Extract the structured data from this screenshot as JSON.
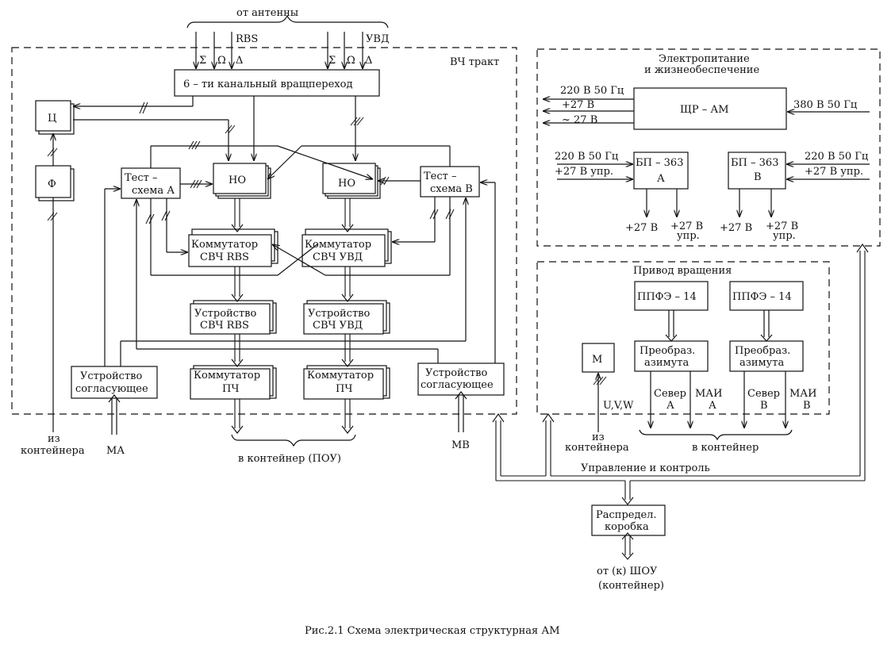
{
  "top": {
    "from_antenna": "от антенны",
    "rbs": "RBS",
    "uvd": "УВД",
    "sym_sigma": "Σ",
    "sym_omega": "Ω",
    "sym_delta": "Δ"
  },
  "rf": {
    "section_title": "ВЧ тракт",
    "rotary_joint": "6 – ти канальный вращпереход",
    "c_block": "Ц",
    "f_block": "Ф",
    "test_a_1": "Тест –",
    "test_a_2": "схема А",
    "test_b_1": "Тест –",
    "test_b_2": "схема В",
    "no_left": "НО",
    "no_right": "НО",
    "switch_rbs_1": "Коммутатор",
    "switch_rbs_2": "СВЧ  RBS",
    "switch_uvd_1": "Коммутатор",
    "switch_uvd_2": "СВЧ   УВД",
    "dev_rbs_1": "Устройство",
    "dev_rbs_2": "СВЧ  RBS",
    "dev_uvd_1": "Устройство",
    "dev_uvd_2": "СВЧ   УВД",
    "if_left_1": "Коммутатор",
    "if_left_2": "ПЧ",
    "if_right_1": "Коммутатор",
    "if_right_2": "ПЧ",
    "match_left_1": "Устройство",
    "match_left_2": "согласующее",
    "match_right_1": "Устройство",
    "match_right_2": "согласующее",
    "from_container_1": "из",
    "from_container_2": "контейнера",
    "ma": "МА",
    "mb": "МВ",
    "to_container_pou": "в контейнер (ПОУ)"
  },
  "power": {
    "section_title_1": "Электропитание",
    "section_title_2": "и жизнеобеспечение",
    "main_block": "ЩР – АМ",
    "in_220": "220 В 50 Гц",
    "out_27": "+27 В",
    "out_ac27": "~ 27 В",
    "in_380": "380 В 50 Гц",
    "bp_a_1": "БП – 363",
    "bp_a_2": "А",
    "bp_b_1": "БП – 363",
    "bp_b_2": "В",
    "bp_a_in_220": "220 В 50 Гц",
    "bp_a_in_27": "+27 В упр.",
    "bp_b_in_220": "220 В 50 Гц",
    "bp_b_in_27": "+27 В упр.",
    "bp_a_out_27": "+27 В",
    "bp_a_out_27u_1": "+27 В",
    "bp_a_out_27u_2": "упр.",
    "bp_b_out_27": "+27 В",
    "bp_b_out_27u_1": "+27 В",
    "bp_b_out_27u_2": "упр."
  },
  "drive": {
    "section_title": "Привод вращения",
    "ppfe_a": "ППФЭ – 14",
    "ppfe_b": "ППФЭ – 14",
    "conv_a_1": "Преобраз.",
    "conv_a_2": "азимута",
    "conv_b_1": "Преобраз.",
    "conv_b_2": "азимута",
    "motor": "М",
    "uvw": "U,V,W",
    "north_a_1": "Север",
    "north_a_2": "А",
    "mai_a_1": "МАИ",
    "mai_a_2": "А",
    "north_b_1": "Север",
    "north_b_2": "В",
    "mai_b_1": "МАИ",
    "mai_b_2": "В",
    "from_container_1": "из",
    "from_container_2": "контейнера",
    "to_container": "в контейнер"
  },
  "control": {
    "label": "Управление и контроль",
    "dist_box_1": "Распредел.",
    "dist_box_2": "коробка",
    "shou_1": "от (к) ШОУ",
    "shou_2": "(контейнер)"
  },
  "caption": "Рис.2.1 Схема электрическая структурная АМ"
}
